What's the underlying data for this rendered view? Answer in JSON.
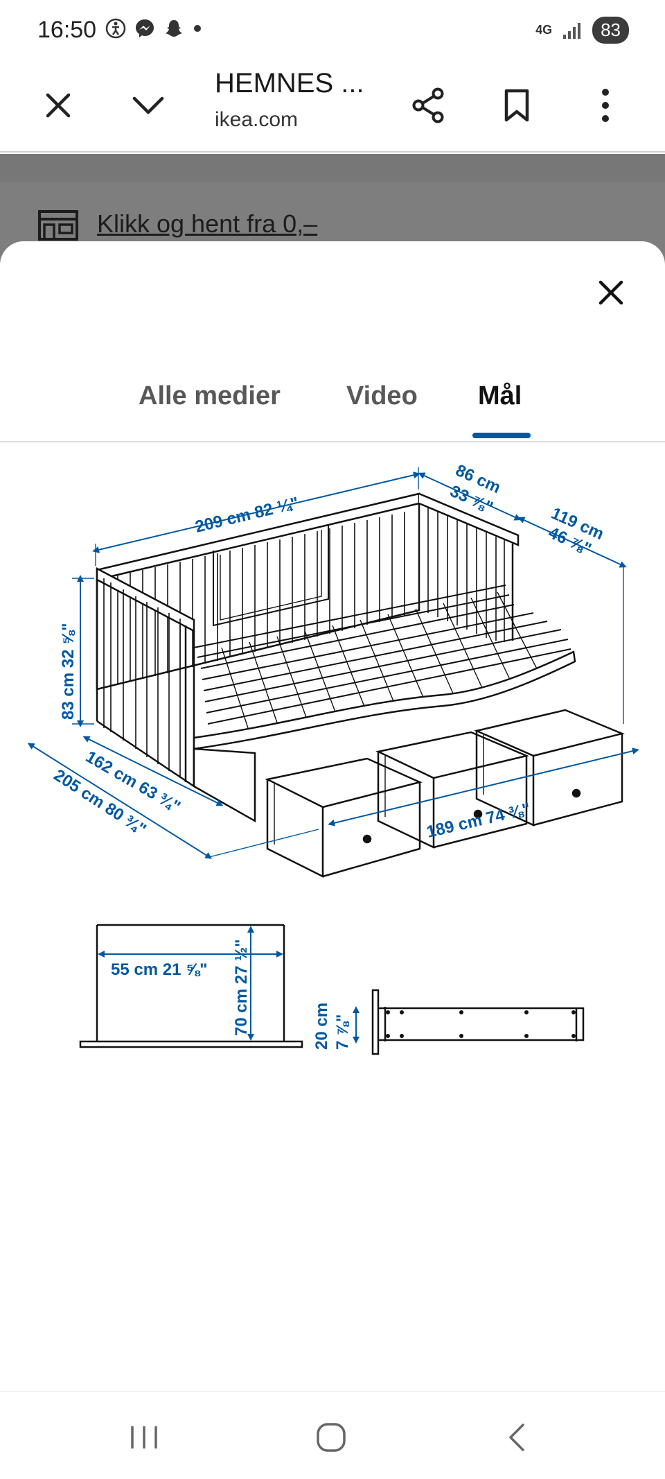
{
  "status_bar": {
    "time": "16:50",
    "network": "4G",
    "battery": "83"
  },
  "toolbar": {
    "page_title": "HEMNES ...",
    "page_url": "ikea.com"
  },
  "page_behind": {
    "promo_text": "Klikk og hent fra 0,–"
  },
  "sheet": {
    "tabs": [
      {
        "label": "Alle medier",
        "active": false
      },
      {
        "label": "Video",
        "active": false
      },
      {
        "label": "Mål",
        "active": true
      }
    ]
  },
  "dimensions": {
    "width": "209 cm 82 ¼\"",
    "depth_top": "86 cm",
    "depth_top_in": "33 ⅞\"",
    "depth_ext": "119 cm",
    "depth_ext_in": "46 ⅞\"",
    "height": "83 cm 32 ⅝\"",
    "side_depth": "162 cm 63 ¾\"",
    "total_depth": "205 cm 80 ¾\"",
    "front_length": "189 cm 74 ⅜\"",
    "inner_width": "55 cm 21 ⅝\"",
    "inner_height": "70 cm 27 ½\"",
    "drawer_height": "20 cm",
    "drawer_height_in": "7 ⅞\""
  },
  "colors": {
    "accent": "#0058a3",
    "sheet_bg": "#ffffff",
    "scrim": "#7e7e7e"
  }
}
